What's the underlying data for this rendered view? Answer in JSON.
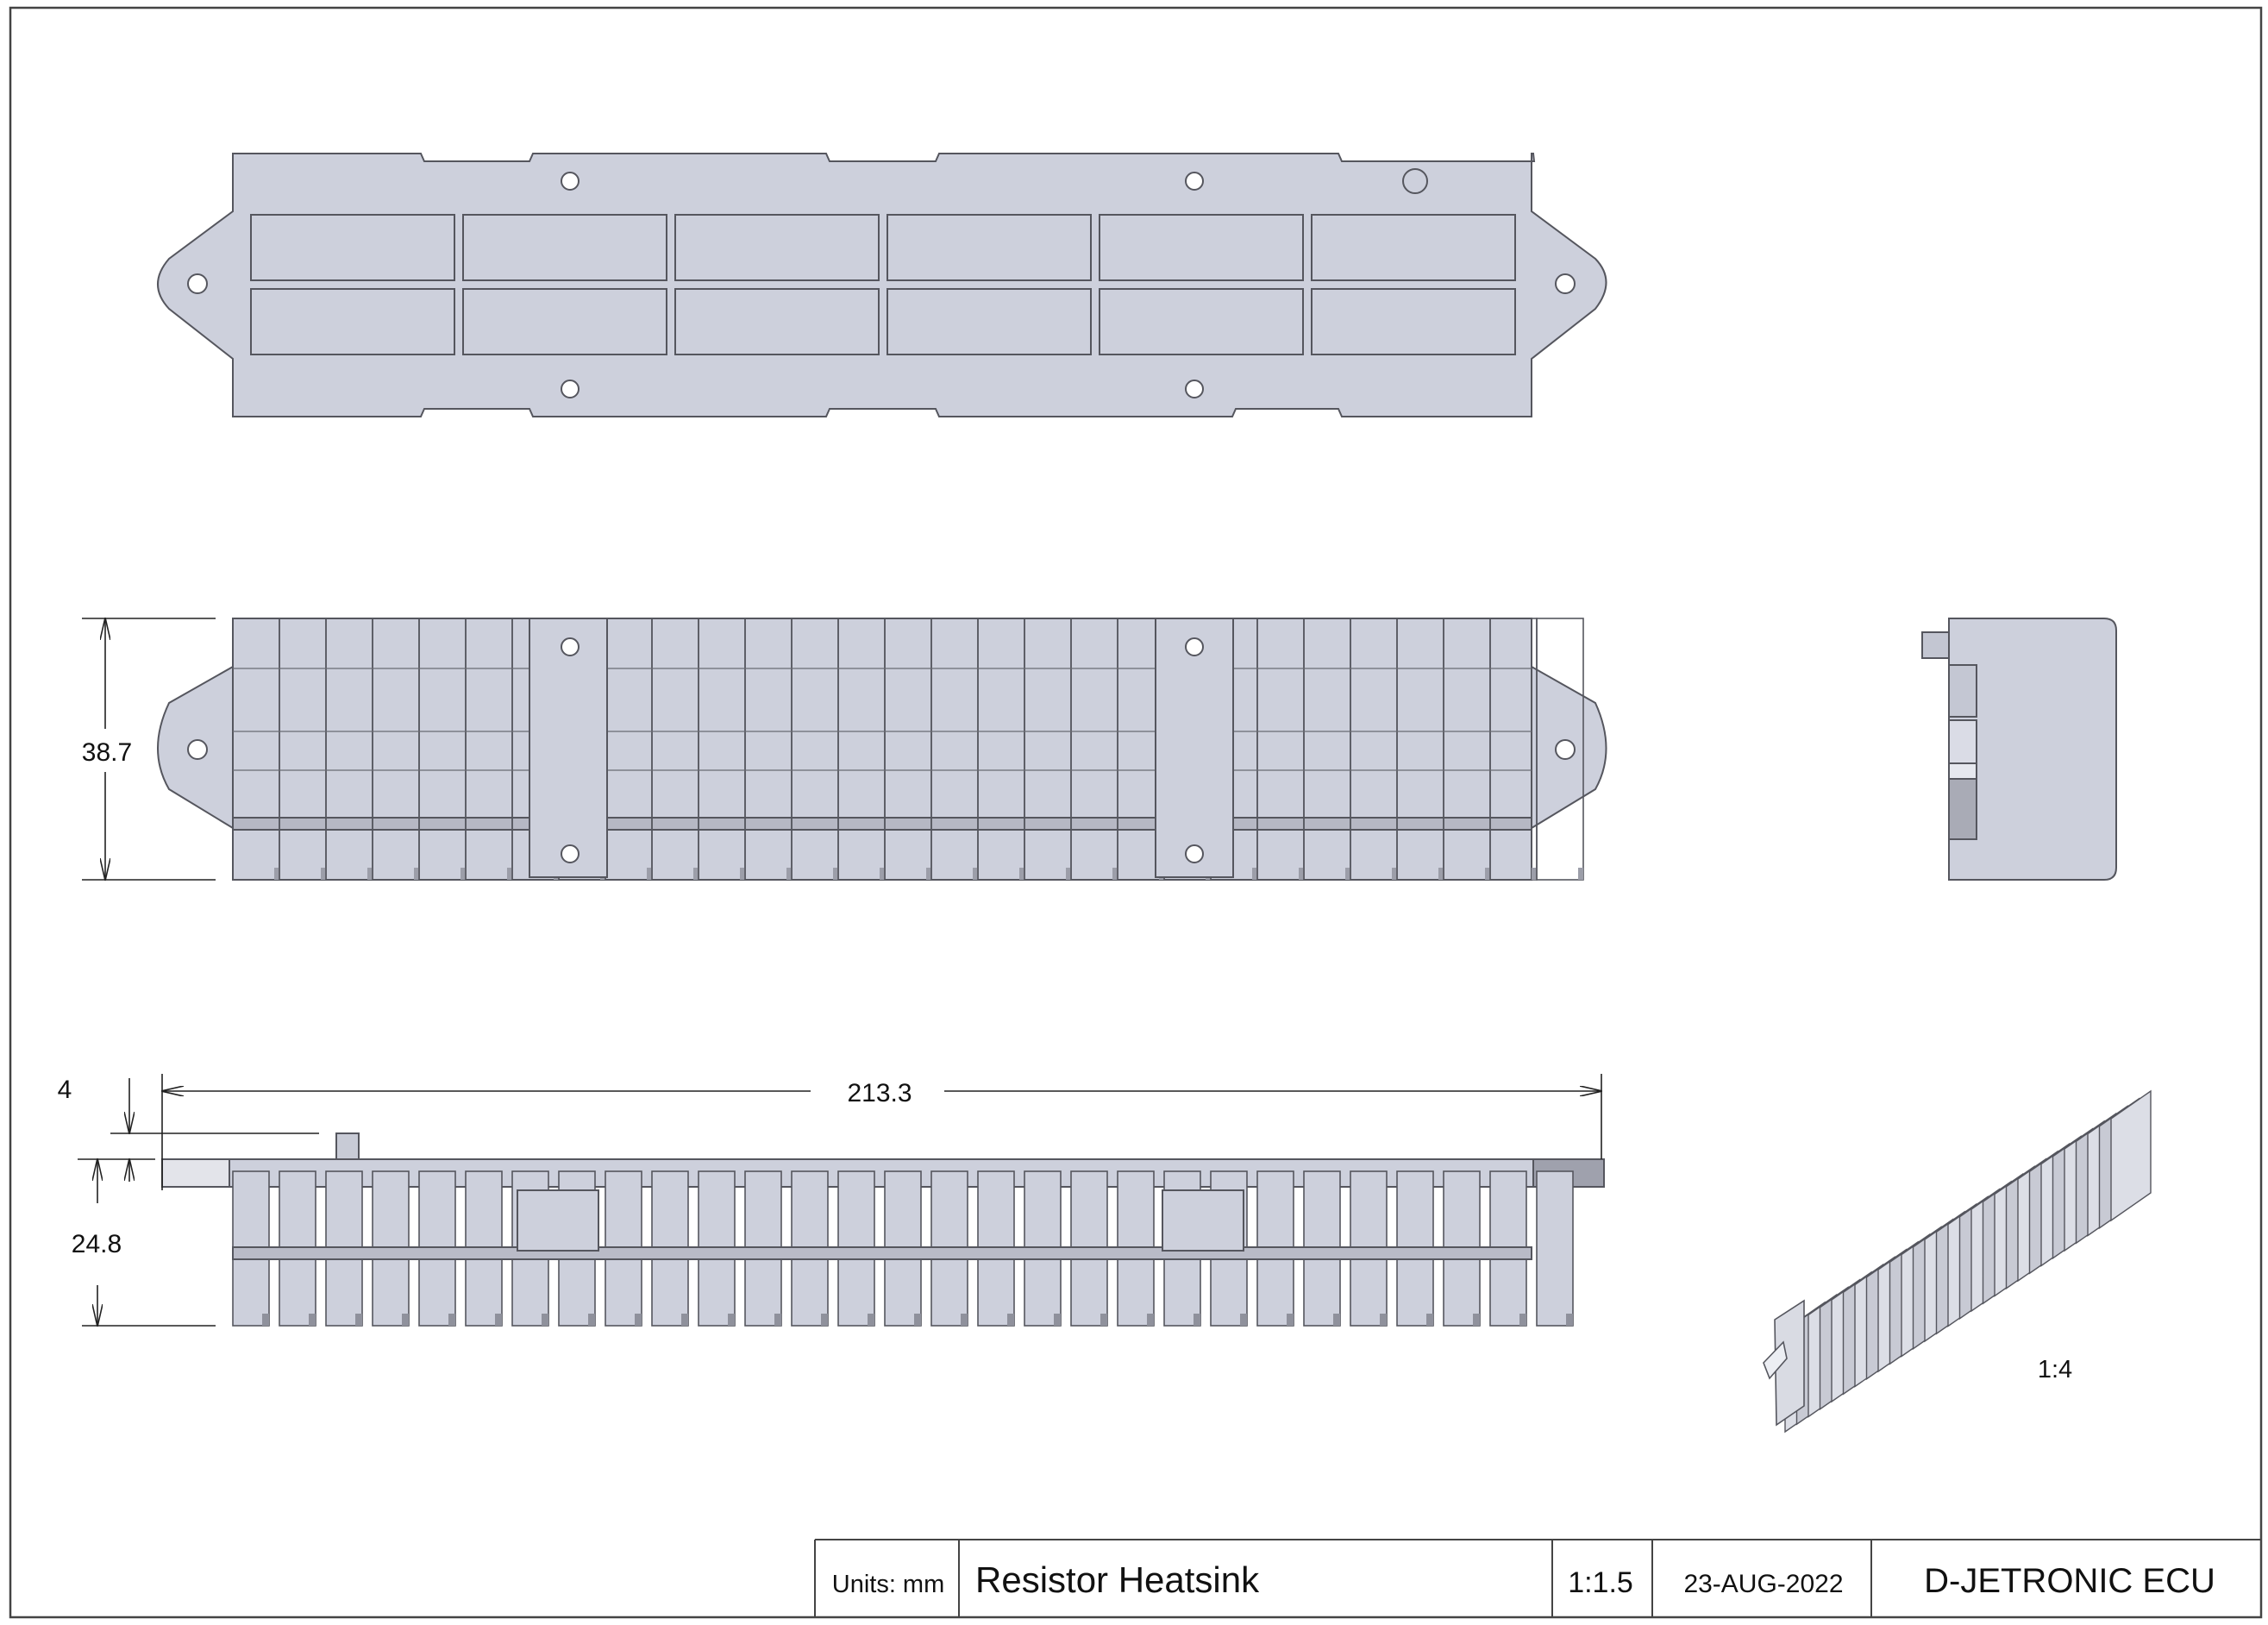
{
  "drawing": {
    "dimensions": {
      "height_side": "38.7",
      "overall_length": "213.3",
      "tab_offset": "4",
      "height_front": "24.8"
    },
    "iso_scale": "1:4"
  },
  "title_block": {
    "units": "Units: mm",
    "title": "Resistor Heatsink",
    "scale": "1:1.5",
    "date": "23-AUG-2022",
    "project": "D-JETRONIC ECU"
  },
  "colors": {
    "part_fill": "#cdd0dc",
    "part_stroke": "#55565e",
    "line": "#222222"
  }
}
